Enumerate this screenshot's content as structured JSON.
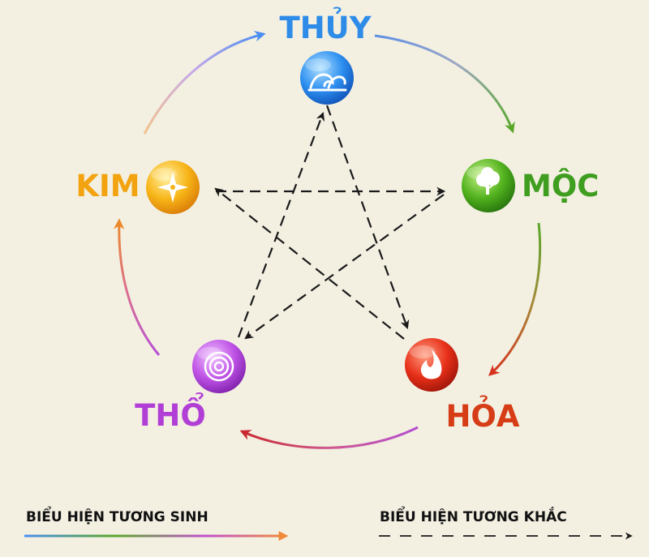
{
  "elements": {
    "thuy": {
      "label": "THỦY",
      "color": "#2e8ce8",
      "icon": "water-wave-icon"
    },
    "moc": {
      "label": "MỘC",
      "color": "#3f9e1f",
      "icon": "tree-icon"
    },
    "hoa": {
      "label": "HỎA",
      "color": "#d63c16",
      "icon": "fire-icon"
    },
    "tho": {
      "label": "THỔ",
      "color": "#b13fd6",
      "icon": "earth-circles-icon"
    },
    "kim": {
      "label": "KIM",
      "color": "#f2a30f",
      "icon": "compass-star-icon"
    }
  },
  "legend": {
    "sinh_label": "BIỂU HIỆN TƯƠNG SINH",
    "khac_label": "BIỂU HIỆN TƯƠNG KHẮC"
  }
}
